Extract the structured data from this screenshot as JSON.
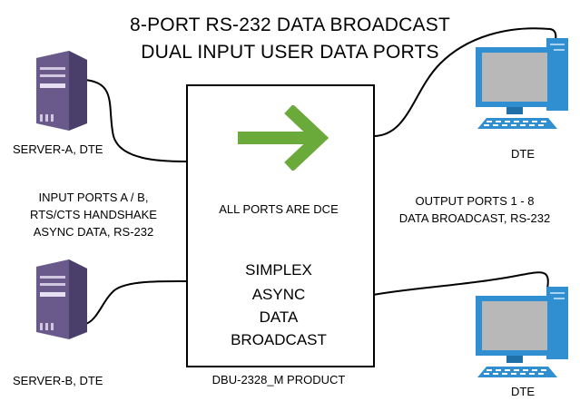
{
  "title": {
    "line1": "8-PORT RS-232 DATA BROADCAST",
    "line2": "DUAL INPUT USER DATA PORTS"
  },
  "servers": [
    {
      "label": "SERVER-A, DTE"
    },
    {
      "label": "SERVER-B, DTE"
    }
  ],
  "terminals": [
    {
      "label": "DTE"
    },
    {
      "label": "DTE"
    }
  ],
  "input_ports": [
    "INPUT PORTS  A / B,",
    "RTS/CTS HANDSHAKE",
    "ASYNC DATA, RS-232"
  ],
  "output_ports": [
    "OUTPUT PORTS 1 - 8",
    "DATA BROADCAST, RS-232"
  ],
  "device": {
    "dce_note": "ALL PORTS ARE DCE",
    "function_lines": [
      "SIMPLEX",
      "ASYNC",
      "DATA",
      "BROADCAST"
    ],
    "product": "DBU-2328_M PRODUCT"
  },
  "colors": {
    "arrow": "#6aaa3a",
    "server_body": "#6a5a8c",
    "monitor_frame": "#2f8fd0",
    "screen": "#b8b8b8"
  }
}
